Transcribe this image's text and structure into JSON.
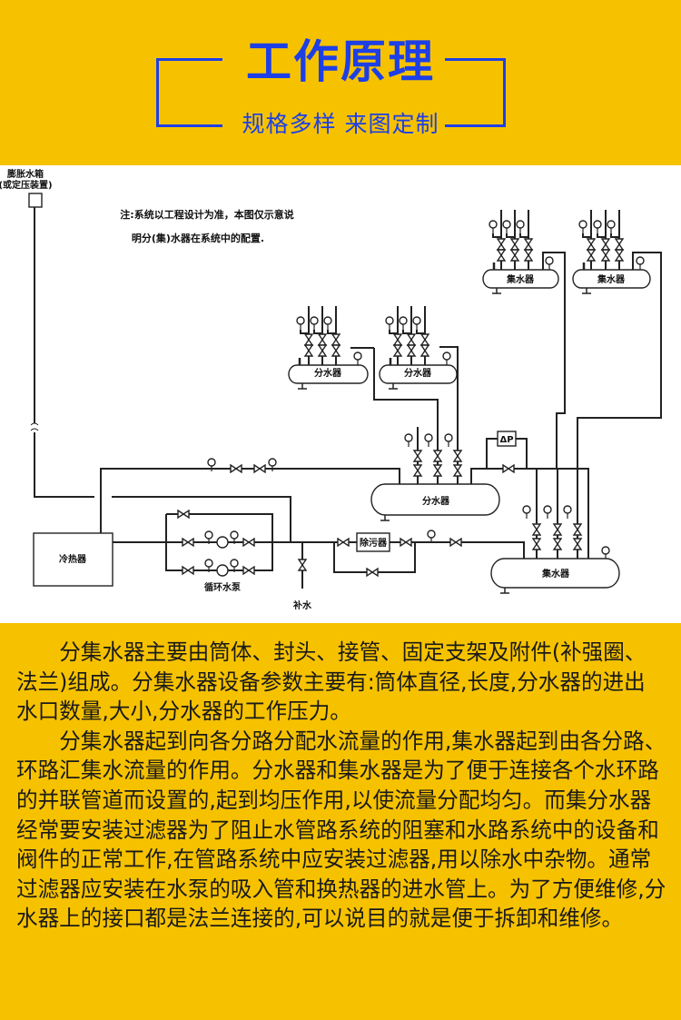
{
  "header": {
    "title": "工作原理",
    "subtitle": "规格多样 来图定制"
  },
  "diagram": {
    "note_line1": "注:系统以工程设计为准，本图仅示意说",
    "note_line2": "明分(集)水器在系统中的配置.",
    "expansion_tank_line1": "膨胀水箱",
    "expansion_tank_line2": "(或定压装置)",
    "chiller": "冷热器",
    "pump": "循环水泵",
    "makeup": "补水",
    "strainer": "除污器",
    "distributor": "分水器",
    "collector": "集水器",
    "dp": "ΔP"
  },
  "body": {
    "paragraphs": [
      "分集水器主要由筒体、封头、接管、固定支架及附件(补强圈、法兰)组成。分集水器设备参数主要有:筒体直径,长度,分水器的进出水口数量,大小,分水器的工作压力。",
      "分集水器起到向各分路分配水流量的作用,集水器起到由各分路、环路汇集水流量的作用。分水器和集水器是为了便于连接各个水环路的并联管道而设置的,起到均压作用,以使流量分配均匀。而集分水器经常要安装过滤器为了阻止水管路系统的阻塞和水路系统中的设备和阀件的正常工作,在管路系统中应安装过滤器,用以除水中杂物。通常过滤器应安装在水泵的吸入管和换热器的进水管上。为了方便维修,分水器上的接口都是法兰连接的,可以说目的就是便于拆卸和维修。"
    ]
  },
  "colors": {
    "yellow": "#f6c200",
    "blue": "#1d3fe6"
  }
}
